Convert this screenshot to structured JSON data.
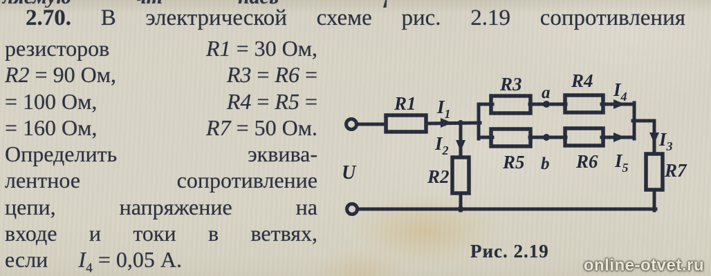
{
  "colors": {
    "ink": "#272c3c",
    "paper": "#d8d4c6",
    "circuit_ink": "#232839",
    "watermark_text": "#ebe7da"
  },
  "clipped_top_line": {
    "fragments": [
      "ляемую",
      "чт—",
      "нась",
      "¡"
    ]
  },
  "title": {
    "words": [
      {
        "t": "2.70.",
        "bold": true
      },
      {
        "t": "В"
      },
      {
        "t": "электрической"
      },
      {
        "t": "схеме"
      },
      {
        "t": "рис."
      },
      {
        "t": "2.19"
      },
      {
        "t": "сопротивления"
      }
    ]
  },
  "body_lines": [
    {
      "justify": true,
      "chunks": [
        [
          {
            "t": "резисторов"
          }
        ],
        [
          {
            "t": "R1",
            "i": true
          },
          {
            "t": " = 30 Ом,"
          }
        ]
      ]
    },
    {
      "justify": true,
      "chunks": [
        [
          {
            "t": "R2",
            "i": true
          },
          {
            "t": " = 90 Ом,"
          }
        ],
        [
          {
            "t": "R3",
            "i": true
          },
          {
            "t": " = "
          },
          {
            "t": "R6",
            "i": true
          },
          {
            "t": " ="
          }
        ]
      ]
    },
    {
      "justify": true,
      "chunks": [
        [
          {
            "t": "= 100 Ом,"
          }
        ],
        [
          {
            "t": "R4",
            "i": true
          },
          {
            "t": " = "
          },
          {
            "t": "R5",
            "i": true
          },
          {
            "t": " ="
          }
        ]
      ]
    },
    {
      "justify": true,
      "chunks": [
        [
          {
            "t": "= 160 Ом,"
          }
        ],
        [
          {
            "t": "R7",
            "i": true
          },
          {
            "t": " = 50 Ом."
          }
        ]
      ]
    },
    {
      "justify": true,
      "chunks": [
        [
          {
            "t": "Определить"
          }
        ],
        [
          {
            "t": "эквива-"
          }
        ]
      ]
    },
    {
      "justify": true,
      "chunks": [
        [
          {
            "t": "лентное"
          }
        ],
        [
          {
            "t": "сопротивление"
          }
        ]
      ]
    },
    {
      "justify": true,
      "chunks": [
        [
          {
            "t": "цепи,"
          }
        ],
        [
          {
            "t": "напряжение"
          }
        ],
        [
          {
            "t": "на"
          }
        ]
      ]
    },
    {
      "justify": true,
      "chunks": [
        [
          {
            "t": "входе"
          }
        ],
        [
          {
            "t": "и"
          }
        ],
        [
          {
            "t": "токи"
          }
        ],
        [
          {
            "t": "в"
          }
        ],
        [
          {
            "t": "ветвях,"
          }
        ]
      ]
    },
    {
      "justify": false,
      "chunks": [
        [
          {
            "t": "если"
          }
        ],
        [
          {
            "t": "I",
            "i": true
          },
          {
            "t": "4",
            "sub": true
          },
          {
            "t": " = 0,05 А."
          }
        ]
      ]
    }
  ],
  "figure": {
    "caption": "Рис. 2.19",
    "source_label": "U",
    "labels": {
      "r1": "R1",
      "r2": "R2",
      "r3": "R3",
      "r4": "R4",
      "r5": "R5",
      "r6": "R6",
      "r7": "R7",
      "node_a": "a",
      "node_b": "b"
    },
    "currents": {
      "i1": {
        "sym": "I",
        "sub": "1"
      },
      "i2": {
        "sym": "I",
        "sub": "2"
      },
      "i3": {
        "sym": "I",
        "sub": "3"
      },
      "i4": {
        "sym": "I",
        "sub": "4"
      },
      "i5": {
        "sym": "I",
        "sub": "5"
      }
    }
  },
  "watermark": {
    "text": "online-otvet.ru"
  }
}
